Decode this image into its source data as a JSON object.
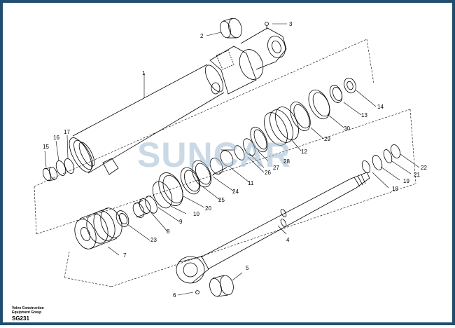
{
  "diagram": {
    "watermark": "SUNCAR",
    "labels": [
      "1",
      "2",
      "3",
      "4",
      "5",
      "6",
      "7",
      "8",
      "9",
      "10",
      "11",
      "12",
      "13",
      "14",
      "15",
      "16",
      "17",
      "18",
      "19",
      "20",
      "21",
      "22",
      "23",
      "24",
      "25",
      "26",
      "27",
      "28",
      "29",
      "30"
    ]
  },
  "footer": {
    "brand_line1": "Volvo Construction",
    "brand_line2": "Equipment Group",
    "code": "SG231"
  }
}
